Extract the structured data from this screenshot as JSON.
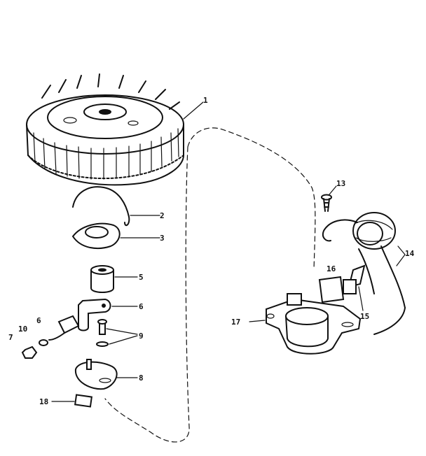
{
  "diagram": {
    "callouts": [
      {
        "id": "1",
        "text": "1"
      },
      {
        "id": "2",
        "text": "2"
      },
      {
        "id": "3",
        "text": "3"
      },
      {
        "id": "5",
        "text": "5"
      },
      {
        "id": "6a",
        "text": "6"
      },
      {
        "id": "6b",
        "text": "6"
      },
      {
        "id": "7",
        "text": "7"
      },
      {
        "id": "8",
        "text": "8"
      },
      {
        "id": "9",
        "text": "9"
      },
      {
        "id": "10",
        "text": "10"
      },
      {
        "id": "13",
        "text": "13"
      },
      {
        "id": "14",
        "text": "14"
      },
      {
        "id": "15",
        "text": "15"
      },
      {
        "id": "16",
        "text": "16"
      },
      {
        "id": "17",
        "text": "17"
      },
      {
        "id": "18",
        "text": "18"
      }
    ]
  }
}
